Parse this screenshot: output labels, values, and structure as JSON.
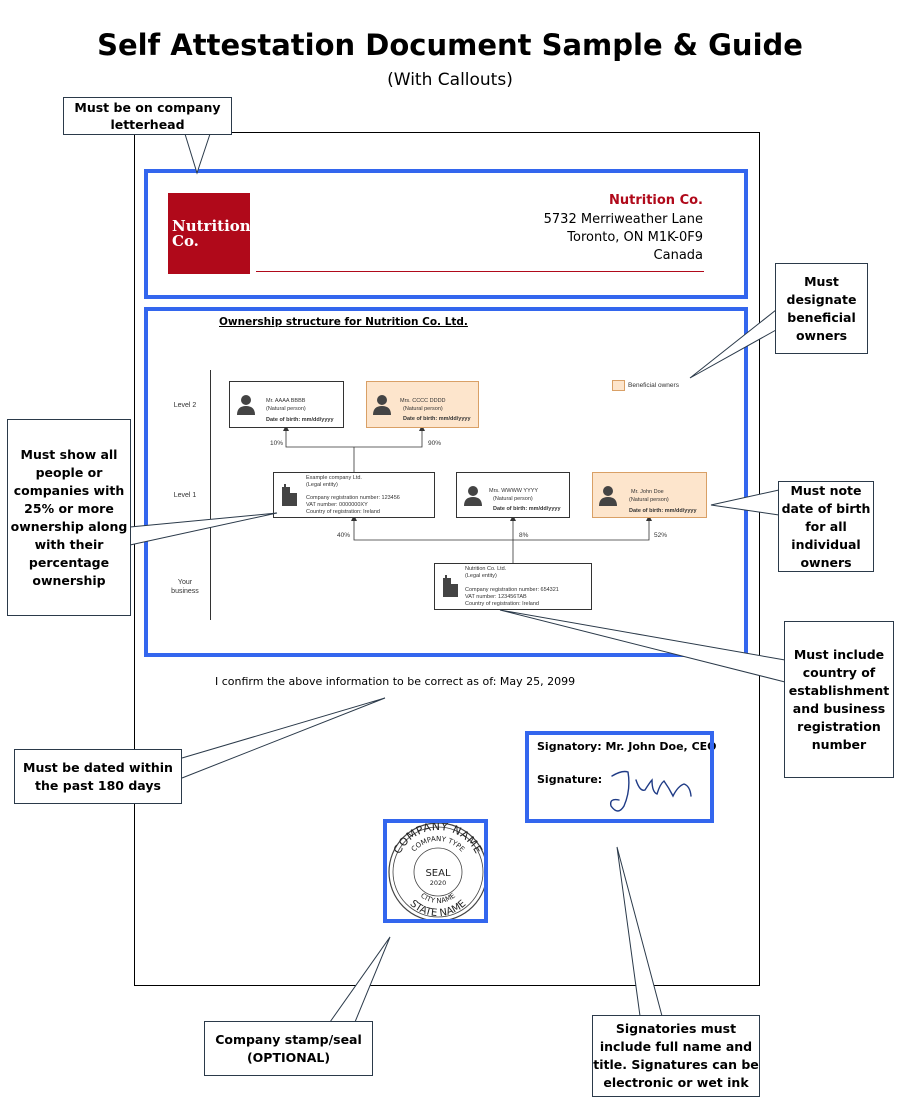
{
  "page": {
    "title": "Self Attestation Document Sample & Guide",
    "subtitle": "(With Callouts)"
  },
  "letterhead": {
    "logo_text_line1": "Nutrition",
    "logo_text_line2": "Co.",
    "company_name": "Nutrition Co.",
    "address_line1": "5732 Merriweather Lane",
    "address_line2": "Toronto, ON M1K-0F9",
    "address_line3": "Canada",
    "brand_color": "#b0091a"
  },
  "ownership_chart": {
    "title": "Ownership structure for Nutrition Co. Ltd.",
    "levels": [
      "Level 2",
      "Level 1",
      "Your business"
    ],
    "legend": "Beneficial owners",
    "nodes": {
      "mr_aaaa": {
        "name": "Mr. AAAA BBBB",
        "type": "(Natural person)",
        "dob": "Date of birth: mm/dd/yyyy",
        "icon": "person-icon"
      },
      "mrs_cccc": {
        "name": "Mrs. CCCC DDDD",
        "type": "(Natural person)",
        "dob": "Date of birth: mm/dd/yyyy",
        "icon": "person-icon"
      },
      "example_co": {
        "name": "Example company Ltd.",
        "type": "(Legal entity)",
        "reg": "Company registration number: 123456",
        "vat": "VAT number: 0000000XY",
        "country": "Country of registration: Ireland",
        "icon": "building-icon"
      },
      "mrs_wwww": {
        "name": "Mrs. WWWW YYYY",
        "type": "(Natural person)",
        "dob": "Date of birth: mm/dd/yyyy",
        "icon": "person-icon"
      },
      "mr_doe": {
        "name": "Mr. John Doe",
        "type": "(Natural person)",
        "dob": "Date of birth: mm/dd/yyyy",
        "icon": "person-icon"
      },
      "nutrition": {
        "name": "Nutrition Co. Ltd.",
        "type": "(Legal entity)",
        "reg": "Company registration number: 654321",
        "vat": "VAT number: 123456TAB",
        "country": "Country of registration: Ireland",
        "icon": "building-icon"
      }
    },
    "percentages": {
      "aaaa": "10%",
      "cccc": "90%",
      "example_co": "40%",
      "wwww": "8%",
      "doe": "52%"
    }
  },
  "attestation": {
    "confirm_text": "I confirm the above information to be correct as of: May 25, 2099",
    "signatory_label": "Signatory: Mr. John Doe, CEO",
    "signature_label": "Signature:"
  },
  "seal": {
    "company_name": "COMPANY NAME",
    "company_type": "COMPANY TYPE",
    "center": "SEAL",
    "year": "2020",
    "city": "CITY NAME",
    "state": "STATE NAME"
  },
  "callouts": {
    "letterhead": "Must be on company letterhead",
    "beneficial": "Must designate beneficial owners",
    "show_all": "Must show all people or companies with 25% or more ownership along with their percentage ownership",
    "dob": "Must note date of birth for all individual owners",
    "country": "Must include country of establishment and business registration number",
    "dated": "Must be dated within the past 180 days",
    "stamp": "Company stamp/seal (OPTIONAL)",
    "signatories": "Signatories must include full name and title. Signatures can be electronic or wet ink"
  },
  "colors": {
    "highlight_box": "#3366ee",
    "beneficial_fill": "#fde5cc"
  }
}
